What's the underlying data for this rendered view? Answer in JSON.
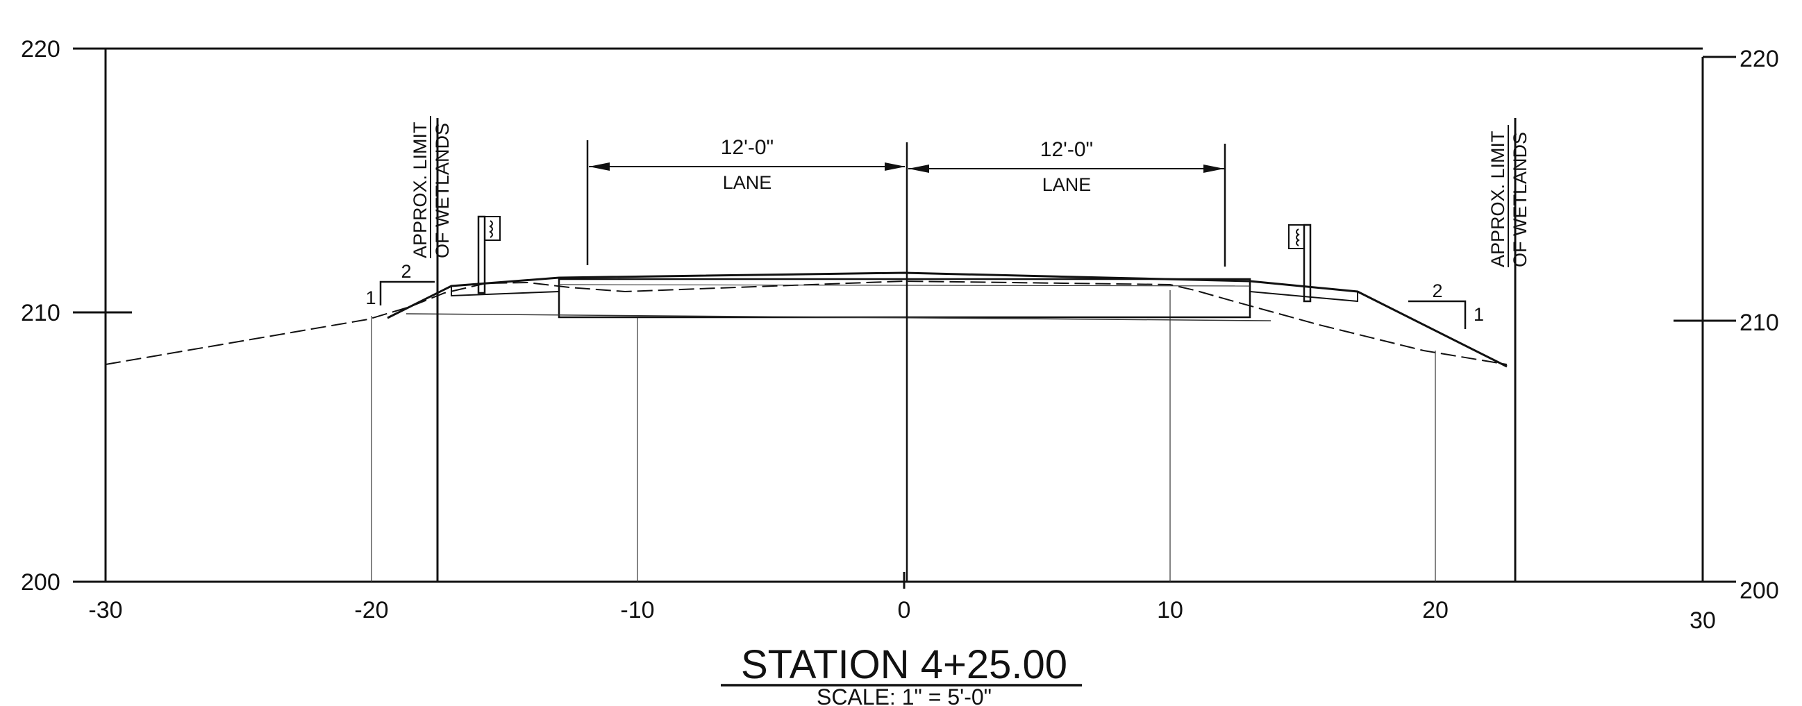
{
  "title": "STATION  4+25.00",
  "scale_label": "SCALE:   1\"  =  5'-0\"",
  "x_ticks": [
    "-30",
    "-20",
    "-10",
    "0",
    "10",
    "20",
    "30"
  ],
  "y_labels_left": [
    "220",
    "210",
    "200"
  ],
  "y_labels_right": [
    "220",
    "210",
    "200"
  ],
  "lane_dimension": "12'-0\"",
  "lane_label": "LANE",
  "wetland_label_line1": "APPROX. LIMIT",
  "wetland_label_line2": "OF WETLANDS",
  "slope_run": "2",
  "slope_rise": "1",
  "chart_data": {
    "type": "cross-section",
    "title": "STATION  4+25.00",
    "subtitle": "SCALE:   1\"  =  5'-0\"",
    "x_range": [
      -30,
      30
    ],
    "y_range": [
      200,
      220
    ],
    "x_ticks": [
      -30,
      -20,
      -10,
      0,
      10,
      20,
      30
    ],
    "y_ticks": [
      200,
      210,
      220
    ],
    "existing_ground": [
      [
        -30,
        208.1
      ],
      [
        -20,
        209.8
      ],
      [
        -17,
        210.4
      ],
      [
        -15.5,
        211.0
      ],
      [
        -10,
        210.9
      ],
      [
        0,
        211.2
      ],
      [
        10,
        211.0
      ],
      [
        15.5,
        210.8
      ],
      [
        20,
        208.7
      ],
      [
        22.7,
        208.2
      ]
    ],
    "proposed_surface": [
      [
        -19.5,
        209.8
      ],
      [
        -17.3,
        211.0
      ],
      [
        -13,
        211.3
      ],
      [
        0,
        211.5
      ],
      [
        13,
        211.2
      ],
      [
        17,
        210.8
      ],
      [
        22.5,
        208.1
      ]
    ],
    "pavement_box": {
      "x_from": -13,
      "x_to": 13,
      "bottom_elev": 210.0
    },
    "lanes": [
      {
        "label": "LANE",
        "width": "12'-0\"",
        "x_from": -12,
        "x_to": 0
      },
      {
        "label": "LANE",
        "width": "12'-0\"",
        "x_from": 0,
        "x_to": 12
      }
    ],
    "wetland_limits": [
      -17.5,
      22.7
    ],
    "side_slopes": [
      {
        "side": "left",
        "ratio": "2:1"
      },
      {
        "side": "right",
        "ratio": "2:1"
      }
    ],
    "guardrails": [
      -15.9,
      15.2
    ],
    "centerline_x": 0
  }
}
